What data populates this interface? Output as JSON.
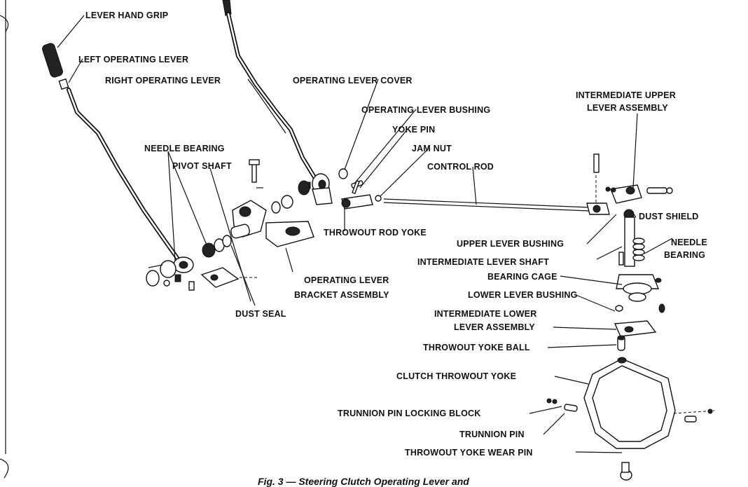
{
  "labels": {
    "lever_hand_grip": "LEVER HAND GRIP",
    "left_operating_lever": "LEFT OPERATING LEVER",
    "right_operating_lever": "RIGHT OPERATING LEVER",
    "operating_lever_cover": "OPERATING LEVER COVER",
    "operating_lever_bushing": "OPERATING LEVER BUSHING",
    "yoke_pin": "YOKE PIN",
    "jam_nut": "JAM NUT",
    "control_rod": "CONTROL ROD",
    "needle_bearing": "NEEDLE BEARING",
    "pivot_shaft": "PIVOT SHAFT",
    "throwout_rod_yoke": "THROWOUT ROD YOKE",
    "operating_lever_bracket_1": "OPERATING LEVER",
    "operating_lever_bracket_2": "BRACKET ASSEMBLY",
    "dust_seal": "DUST SEAL",
    "intermediate_upper_1": "INTERMEDIATE UPPER",
    "intermediate_upper_2": "LEVER ASSEMBLY",
    "dust_shield": "DUST SHIELD",
    "needle_bearing_right_1": "NEEDLE",
    "needle_bearing_right_2": "BEARING",
    "upper_lever_bushing": "UPPER LEVER BUSHING",
    "intermediate_lever_shaft": "INTERMEDIATE LEVER SHAFT",
    "bearing_cage": "BEARING CAGE",
    "lower_lever_bushing": "LOWER LEVER BUSHING",
    "intermediate_lower_1": "INTERMEDIATE LOWER",
    "intermediate_lower_2": "LEVER ASSEMBLY",
    "throwout_yoke_ball": "THROWOUT YOKE BALL",
    "clutch_throwout_yoke": "CLUTCH THROWOUT YOKE",
    "trunnion_pin_locking_block": "TRUNNION PIN LOCKING BLOCK",
    "trunnion_pin": "TRUNNION PIN",
    "throwout_yoke_wear_pin": "THROWOUT YOKE WEAR PIN"
  },
  "caption": "Fig. 3 — Steering Clutch Operating Lever and"
}
